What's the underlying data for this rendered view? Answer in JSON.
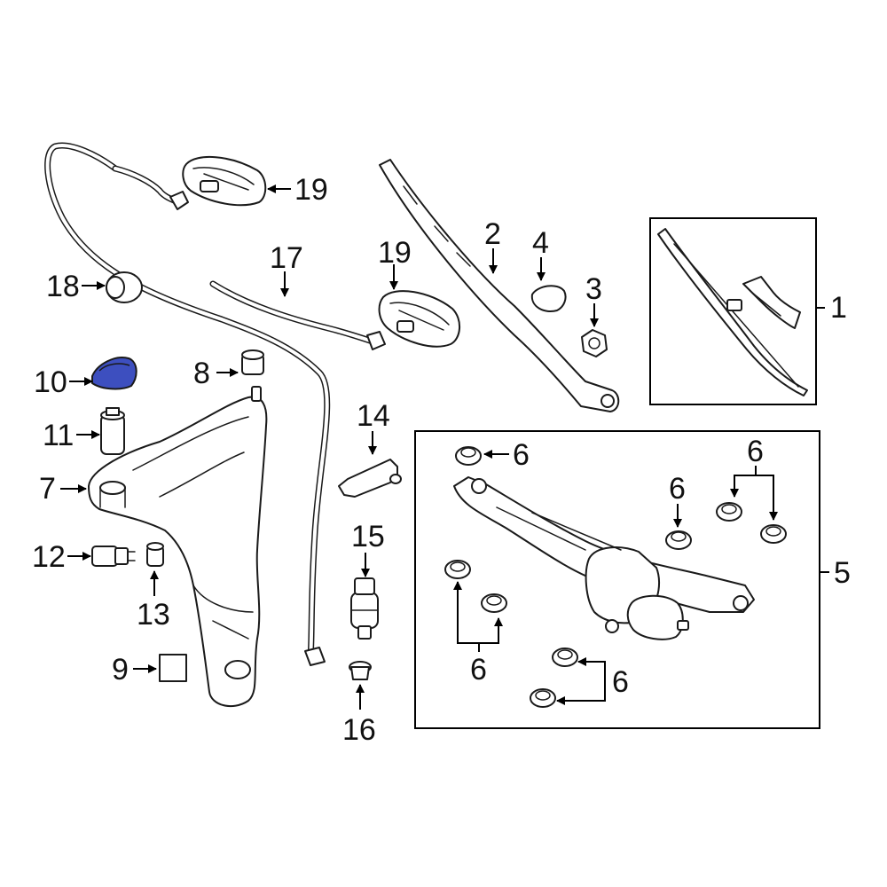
{
  "colors": {
    "highlight": "#3d4fbf",
    "line": "#1a1a1a",
    "background": "#ffffff"
  },
  "callouts": {
    "c1": "1",
    "c2": "2",
    "c3": "3",
    "c4": "4",
    "c5": "5",
    "c6a": "6",
    "c6b": "6",
    "c6c": "6",
    "c6d": "6",
    "c6e": "6",
    "c7": "7",
    "c8": "8",
    "c9": "9",
    "c10": "10",
    "c11": "11",
    "c12": "12",
    "c13": "13",
    "c14": "14",
    "c15": "15",
    "c16": "16",
    "c17": "17",
    "c18": "18",
    "c19a": "19",
    "c19b": "19"
  },
  "highlighted_part": "10"
}
